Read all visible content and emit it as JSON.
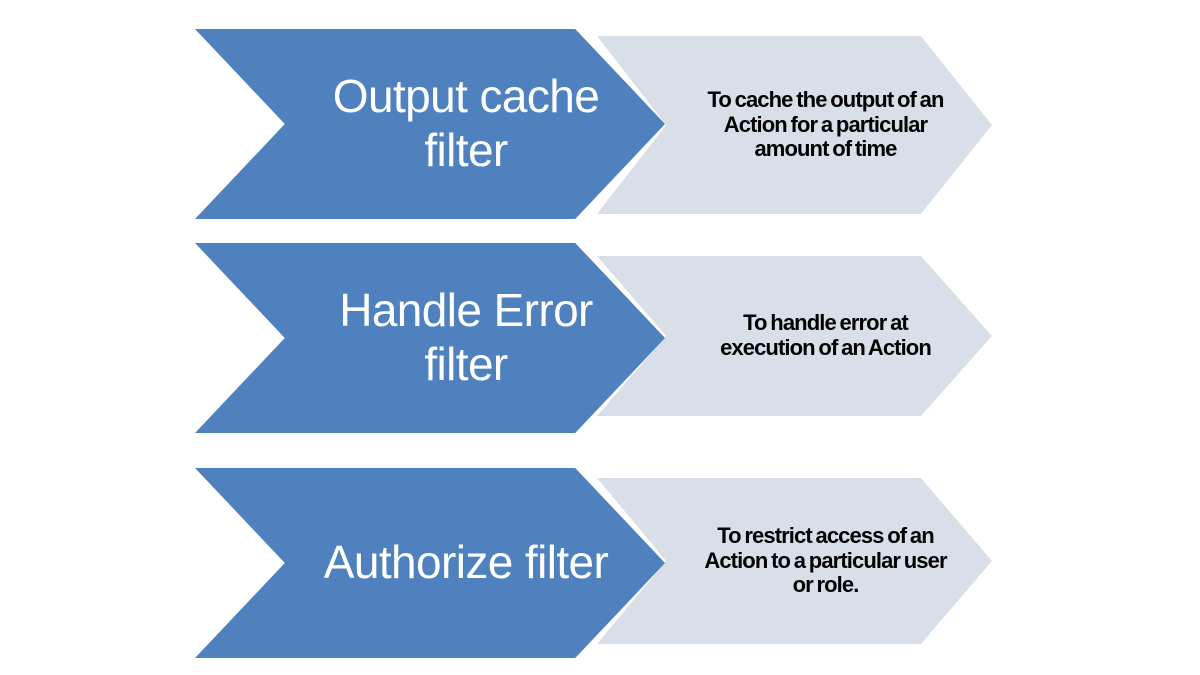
{
  "diagram": {
    "type": "chevron-process-list",
    "background_color": "#ffffff",
    "primary_color": "#4e81bd",
    "secondary_color": "#d9dfe9",
    "primary_text_color": "#ffffff",
    "secondary_text_color": "#000000",
    "rows": [
      {
        "title": "Output cache filter",
        "title_line_1": "Output",
        "title_line_2": "cache filter",
        "description": "To cache the output of an Action for a particular amount of time",
        "description_line_1": "To cache the",
        "description_line_2": "output of an",
        "description_line_3": "Action for a",
        "description_line_4": "particular amount",
        "description_line_5": "of time"
      },
      {
        "title": "Handle Error filter",
        "title_line_1": "Handle",
        "title_line_2": "Error filter",
        "description": "To handle error at execution of an Action",
        "description_line_1": "To handle error at",
        "description_line_2": "execution of an",
        "description_line_3": "Action"
      },
      {
        "title": "Authorize filter",
        "title_line_1": "Authorize",
        "title_line_2": "filter",
        "description": "To restrict access of an Action to a particular user or role.",
        "description_line_1": "To restrict access",
        "description_line_2": "of an Action to a",
        "description_line_3": "particular user or",
        "description_line_4": "role."
      }
    ]
  }
}
